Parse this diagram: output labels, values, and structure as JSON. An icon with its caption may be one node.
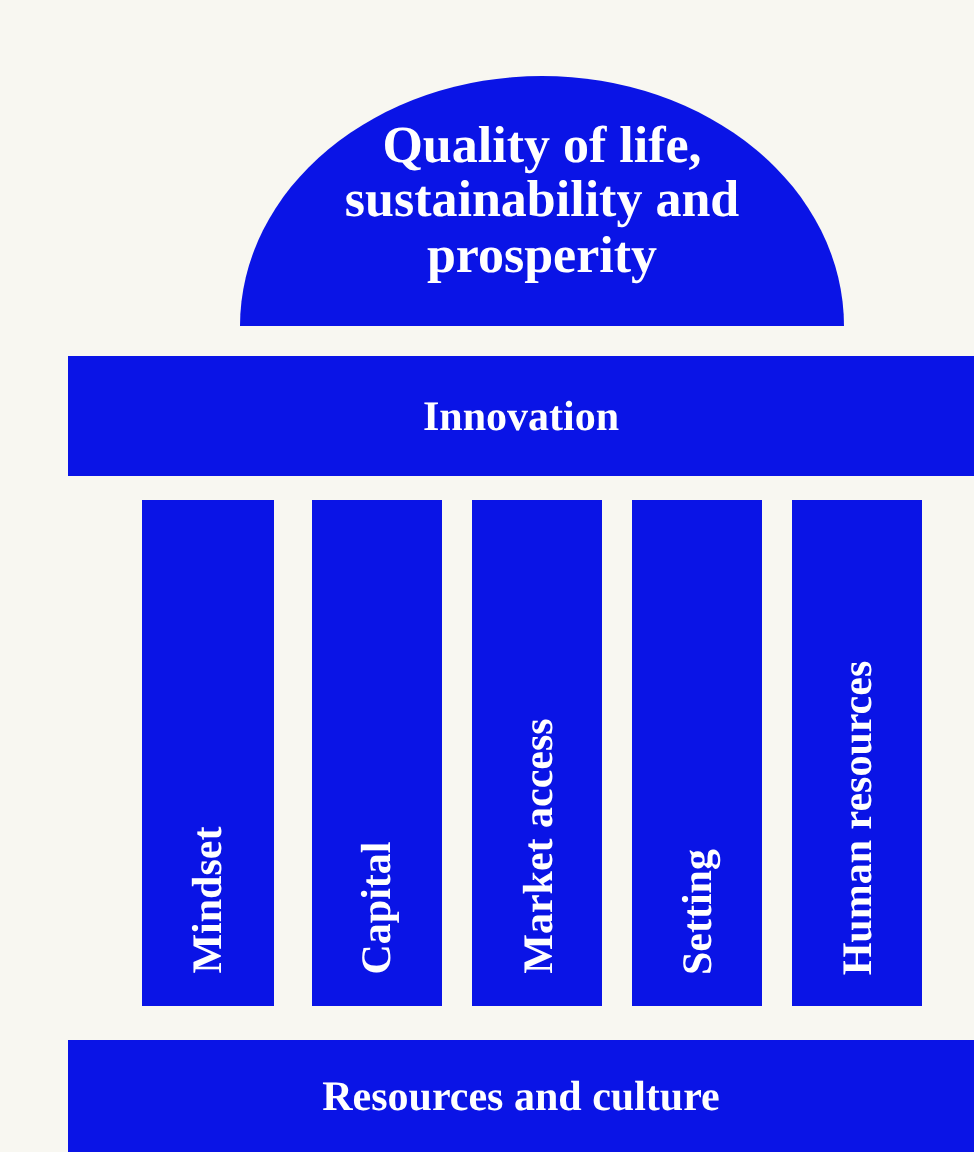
{
  "diagram": {
    "nodes": [
      {
        "text": [
          "Quality of life, sustainability and prosperity"
        ]
      },
      {
        "text": [
          "Innovation"
        ]
      },
      {
        "text": [
          "Mindset"
        ]
      },
      {
        "text": [
          "Capital"
        ]
      },
      {
        "text": [
          "Market access"
        ]
      },
      {
        "text": [
          "Setting"
        ]
      },
      {
        "text": [
          "Human resources"
        ]
      },
      {
        "text": [
          "Resources and culture"
        ]
      }
    ]
  }
}
